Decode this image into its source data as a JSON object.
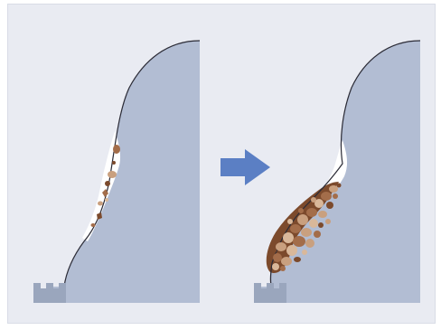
{
  "diagram": {
    "panels": [
      {
        "id": "before",
        "cliff_color": "#b2bdd3",
        "void_color": "#ffffff",
        "debris_count": 9
      },
      {
        "id": "after",
        "cliff_color": "#b2bdd3",
        "void_color": "#ffffff",
        "debris_count": 30
      }
    ],
    "arrow": {
      "direction": "right",
      "color": "#5b7fc4"
    },
    "colors": {
      "background": "#e9ebf2",
      "outline": "#2b2b36",
      "rock_dark": "#7c4a2c",
      "rock_mid": "#a36d4a",
      "rock_light": "#c9a07f",
      "rock_highlight": "#d9b89a",
      "castle": "#9aa6bd"
    }
  }
}
